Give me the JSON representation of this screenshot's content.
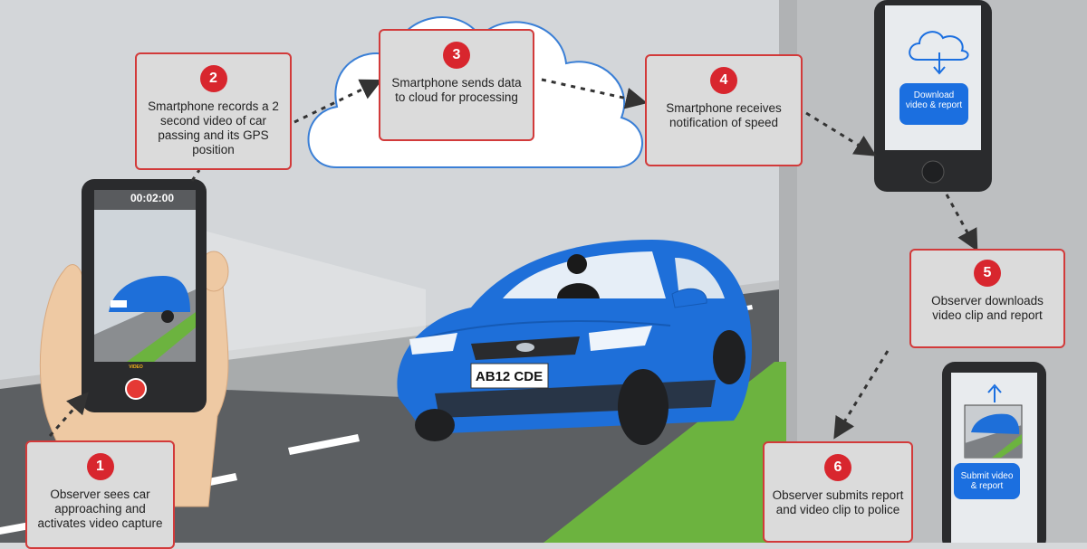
{
  "steps": [
    {
      "number": "1",
      "text": "Observer sees car approaching and activates video capture"
    },
    {
      "number": "2",
      "text": "Smartphone records a 2 second video of car passing and its GPS position"
    },
    {
      "number": "3",
      "text": "Smartphone sends data to cloud for processing"
    },
    {
      "number": "4",
      "text": "Smartphone receives notification of speed"
    },
    {
      "number": "5",
      "text": "Observer downloads video clip and report"
    },
    {
      "number": "6",
      "text": "Observer submits report and video clip to police"
    }
  ],
  "phone_recording": {
    "timer": "00:02:00",
    "mode_label": "VIDEO"
  },
  "phone_download": {
    "button_label": "Download video & report"
  },
  "phone_submit": {
    "button_label": "Submit video & report"
  },
  "car": {
    "plate": "AB12 CDE"
  },
  "colors": {
    "step_border": "#d23a3a",
    "step_badge": "#d8262e",
    "car_body": "#1e6fd9",
    "phone_button": "#1b6fe0",
    "verge": "#6cb33f",
    "road": "#5c5f62"
  },
  "icons": [
    "cloud-download-icon",
    "upload-arrow-icon",
    "record-button-icon"
  ]
}
